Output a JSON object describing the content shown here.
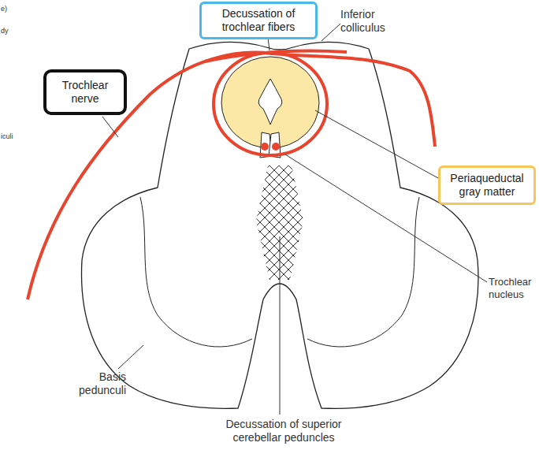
{
  "diagram": {
    "nodes": [
      {
        "text": [
          "Decussation of trochlear fibers"
        ]
      },
      {
        "text": [
          "Trochlear nerve"
        ]
      },
      {
        "text": [
          "Periaqueductal gray matter"
        ]
      }
    ],
    "labels": [
      "e)",
      "dy",
      "iculi",
      "Inferior colliculus",
      "Trochlear nucleus",
      "Basis pedunculi",
      "Decussation of superior cerebellar peduncles"
    ]
  }
}
